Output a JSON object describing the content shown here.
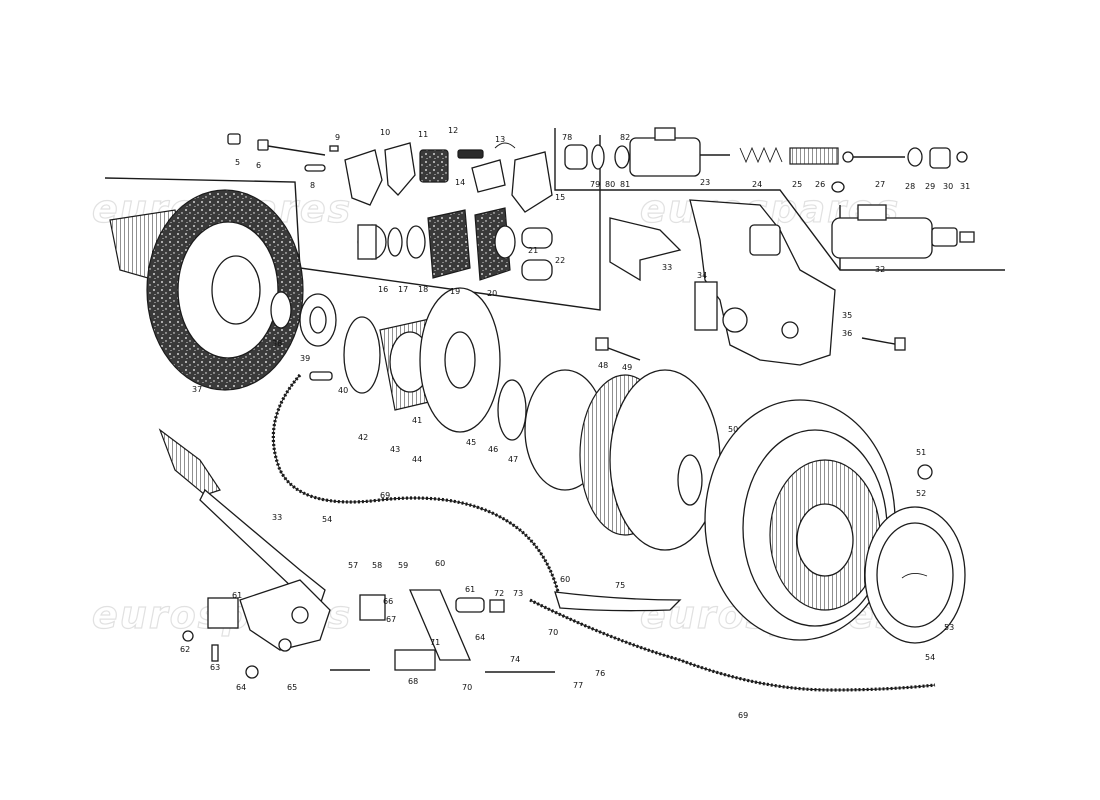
{
  "watermark": {
    "text": "eurospares"
  },
  "labels": {
    "n5": "5",
    "n6": "6",
    "n8": "8",
    "n9": "9",
    "n10": "10",
    "n11": "11",
    "n12": "12",
    "n13": "13",
    "n14": "14",
    "n15": "15",
    "n16": "16",
    "n17": "17",
    "n18": "18",
    "n19": "19",
    "n20": "20",
    "n21": "21",
    "n22": "22",
    "n23": "23",
    "n24": "24",
    "n25": "25",
    "n26": "26",
    "n27": "27",
    "n28": "28",
    "n29": "29",
    "n30": "30",
    "n31": "31",
    "n32": "32",
    "n33a": "33",
    "n33b": "33",
    "n34": "34",
    "n35": "35",
    "n36": "36",
    "n37": "37",
    "n38": "38",
    "n39": "39",
    "n40": "40",
    "n41": "41",
    "n42": "42",
    "n43": "43",
    "n44": "44",
    "n45": "45",
    "n46": "46",
    "n47": "47",
    "n48": "48",
    "n49": "49",
    "n50": "50",
    "n51": "51",
    "n52": "52",
    "n53": "53",
    "n54a": "54",
    "n54b": "54",
    "n57": "57",
    "n58": "58",
    "n59": "59",
    "n60a": "60",
    "n60b": "60",
    "n61": "61",
    "n62": "62",
    "n63": "63",
    "n64": "64",
    "n65": "65",
    "n66": "66",
    "n67": "67",
    "n68": "68",
    "n69a": "69",
    "n69b": "69",
    "n70a": "70",
    "n70b": "70",
    "n71": "71",
    "n72": "72",
    "n73": "73",
    "n74": "74",
    "n75": "75",
    "n76": "76",
    "n77": "77",
    "n78": "78",
    "n79": "79",
    "n80": "80",
    "n81": "81",
    "n82": "82",
    "n64b": "64",
    "n61b": "61"
  }
}
